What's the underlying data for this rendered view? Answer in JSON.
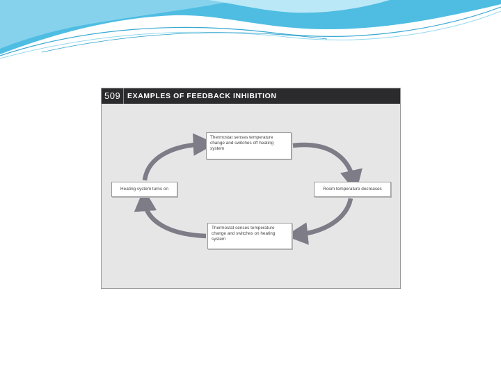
{
  "figure": {
    "number": "509",
    "title": "EXAMPLES OF FEEDBACK INHIBITION",
    "steps": {
      "top": "Thermostat senses temperature change and switches off heating system",
      "right": "Room temperature decreases",
      "bottom": "Thermostat senses temperature change and switches on heating system",
      "left": "Heating system turns on"
    }
  },
  "colors": {
    "header_bg": "#2b2b2d",
    "panel_bg": "#e6e6e7",
    "arrow": "#7d7c87",
    "deco_blue": "#5cc3e6"
  }
}
